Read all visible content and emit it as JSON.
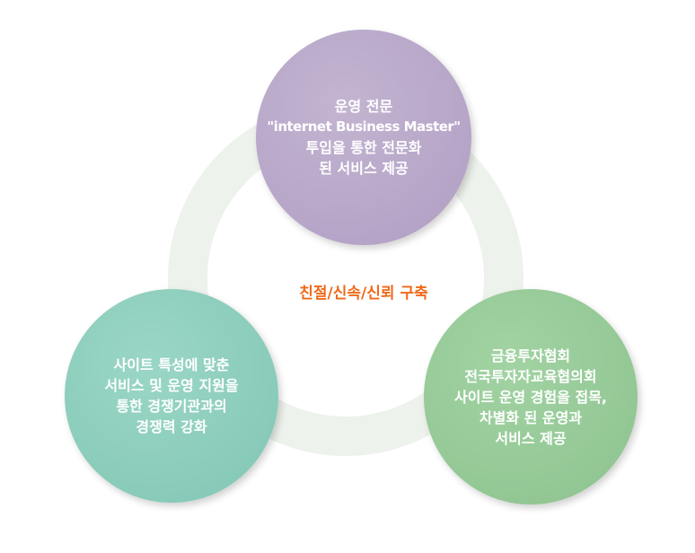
{
  "center_label": "친절/신속/신뢰 구축",
  "circles": {
    "top": [
      "운영 전문",
      "\"internet Business Master\"",
      "투입을 통한 전문화",
      "된 서비스 제공"
    ],
    "left": [
      "사이트 특성에 맞춘",
      "서비스 및 운영 지원을",
      "통한 경쟁기관과의",
      "경쟁력 강화"
    ],
    "right": [
      "금융투자협회",
      "전국투자자교육협의회",
      "사이트 운영 경험을 접목,",
      "차별화 된 운영과",
      "서비스 제공"
    ]
  },
  "colors": {
    "top": "#b9a8c8",
    "left": "#8ccdbd",
    "right": "#94c996",
    "center": "#ef6a1a"
  }
}
